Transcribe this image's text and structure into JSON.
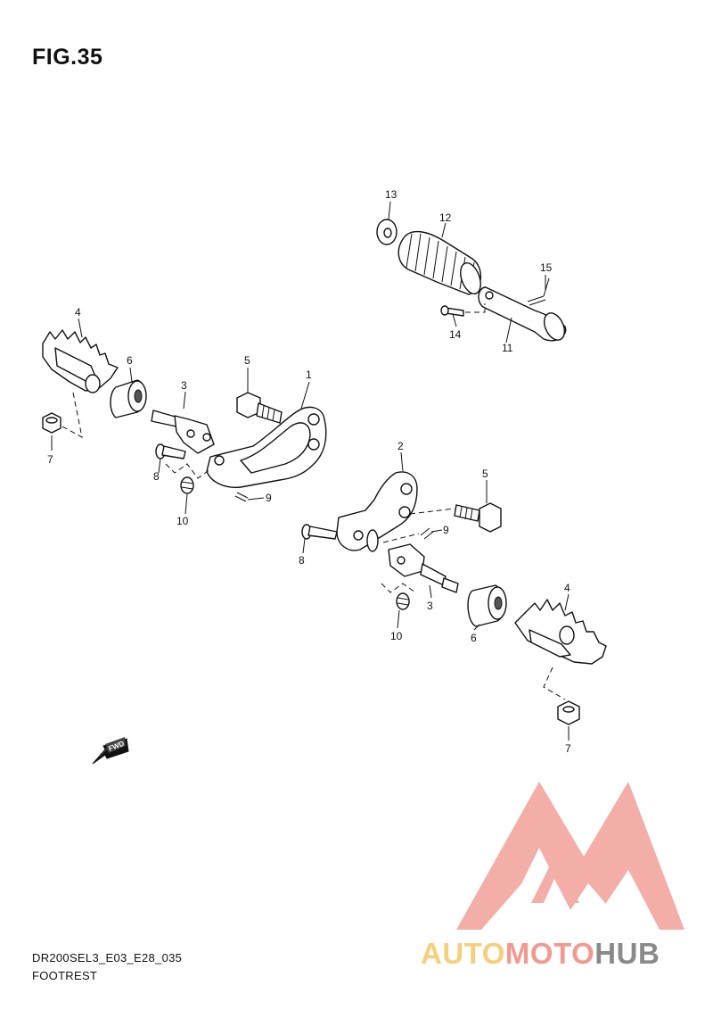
{
  "figure": {
    "title": "FIG.35"
  },
  "labels": {
    "p1": "1",
    "p2": "2",
    "p3a": "3",
    "p3b": "3",
    "p4a": "4",
    "p4b": "4",
    "p5a": "5",
    "p5b": "5",
    "p6a": "6",
    "p6b": "6",
    "p7a": "7",
    "p7b": "7",
    "p8a": "8",
    "p8b": "8",
    "p9a": "9",
    "p9b": "9",
    "p10a": "10",
    "p10b": "10",
    "p11": "11",
    "p12": "12",
    "p13": "13",
    "p14": "14",
    "p15": "15"
  },
  "fwd_arrow": "FWD",
  "footer": {
    "code": "DR200SEL3_E03_E28_035",
    "section": "FOOTREST"
  },
  "watermark": {
    "part1": "AUTO",
    "part2": "MOTO",
    "part3": "HUB",
    "colors": {
      "auto": "#f6cf7c",
      "moto": "#f19a92",
      "hub": "#8a8a8a",
      "logo": "#f19a92"
    }
  }
}
